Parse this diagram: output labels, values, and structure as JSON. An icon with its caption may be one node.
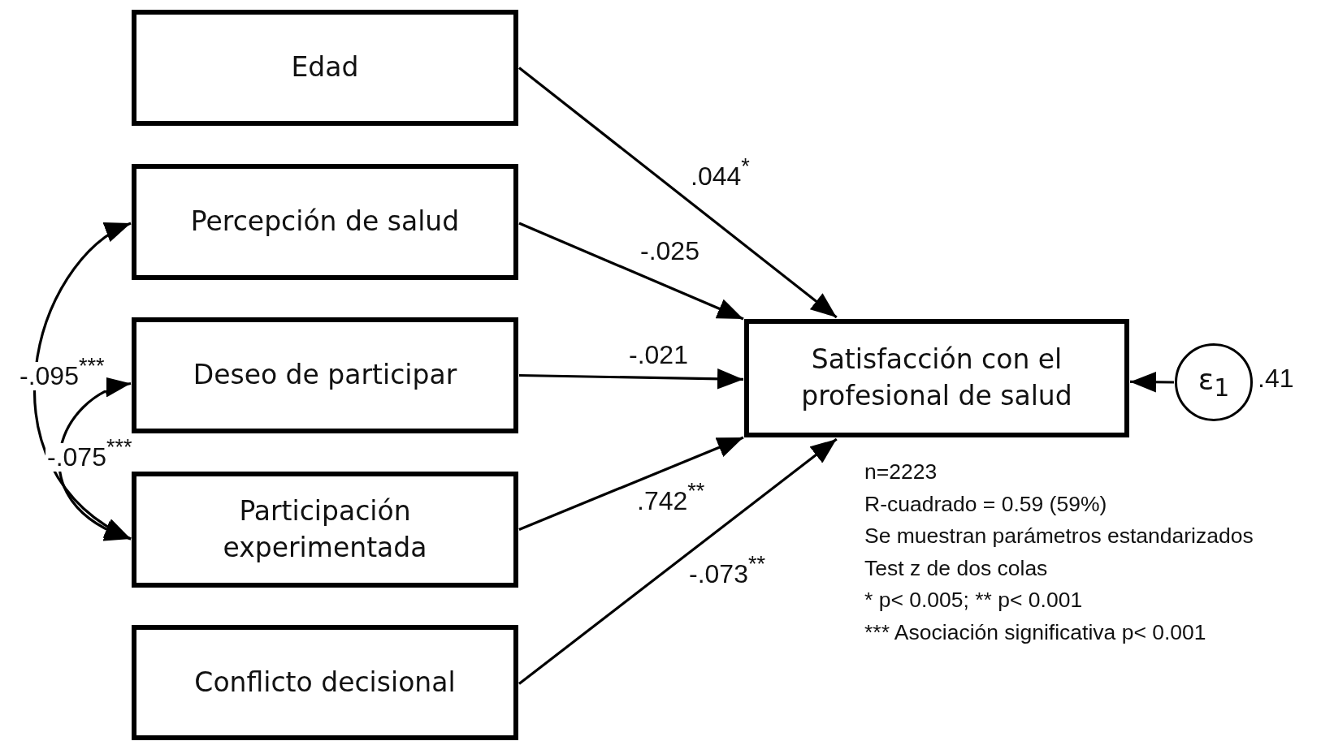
{
  "diagram": {
    "nodes": [
      {
        "text": [
          "Edad"
        ]
      },
      {
        "text": [
          "Percepción de salud"
        ]
      },
      {
        "text": [
          "Deseo de participar"
        ]
      },
      {
        "text": [
          "Participación experimentada"
        ]
      },
      {
        "text": [
          "Conflicto decisional"
        ]
      },
      {
        "text": [
          "Satisfacción con el profesional de salud"
        ]
      },
      {
        "text": [
          "ε$_{1}$"
        ],
        "beside": [
          ".41"
        ]
      }
    ],
    "edges": [
      {
        "from": 0,
        "to": 5,
        "arrow": "to",
        "label": ".044$^{*}$"
      },
      {
        "from": 1,
        "to": 5,
        "arrow": "to",
        "label": "-.025"
      },
      {
        "from": 2,
        "to": 5,
        "arrow": "to",
        "label": "-.021"
      },
      {
        "from": 3,
        "to": 5,
        "arrow": "to",
        "label": ".742$^{**}$"
      },
      {
        "from": 4,
        "to": 5,
        "arrow": "to",
        "label": "-.073$^{**}$"
      },
      {
        "from": 6,
        "to": 5,
        "arrow": "to"
      },
      {
        "from": 1,
        "to": 3,
        "arrow": "both",
        "label": "-.095$^{***}$"
      },
      {
        "from": 2,
        "to": 3,
        "arrow": "both",
        "label": "-.075$^{***}$"
      }
    ],
    "labels": [
      "n=2223",
      "R-cuadrado = 0.59 (59%)",
      "Se muestran parámetros estandarizados",
      "Test z de dos colas",
      "* p< 0.005;  ** p< 0.001",
      "*** Asociación significativa p< 0.001"
    ]
  }
}
